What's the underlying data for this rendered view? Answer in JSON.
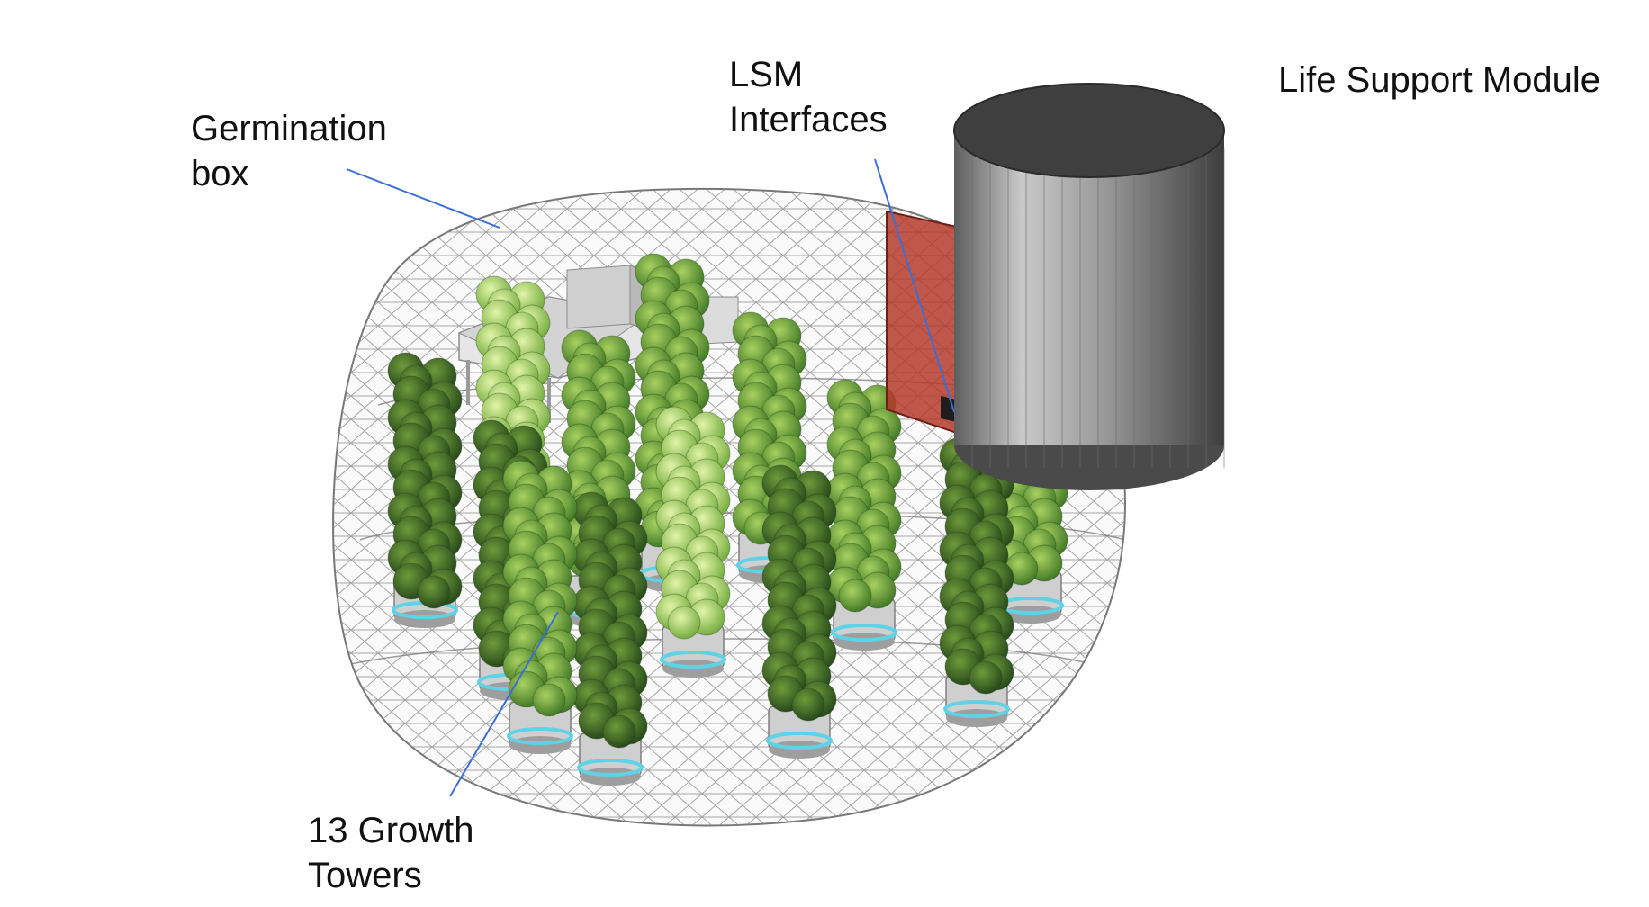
{
  "labels": {
    "germination_box": "Germination\nbox",
    "lsm_interfaces": "LSM\nInterfaces",
    "life_support_module": "Life Support Module",
    "growth_towers": "13 Growth\nTowers"
  },
  "tower_count": 13,
  "colors": {
    "leader_line": "#3b6fd6",
    "dome_mesh": "#8a8a8a",
    "module_body": "#7a7a7a",
    "module_top": "#3f3f3f",
    "interface_panel": "#b53a2c",
    "tower_base_ring": "#5fd3e6",
    "foliage_dark": "#2f5a1e",
    "foliage_light": "#b9dc7a"
  },
  "icons": {
    "dome": "wireframe-dome-icon",
    "tower": "growth-tower-icon",
    "module": "cylinder-module-icon",
    "germination": "germination-box-icon"
  }
}
